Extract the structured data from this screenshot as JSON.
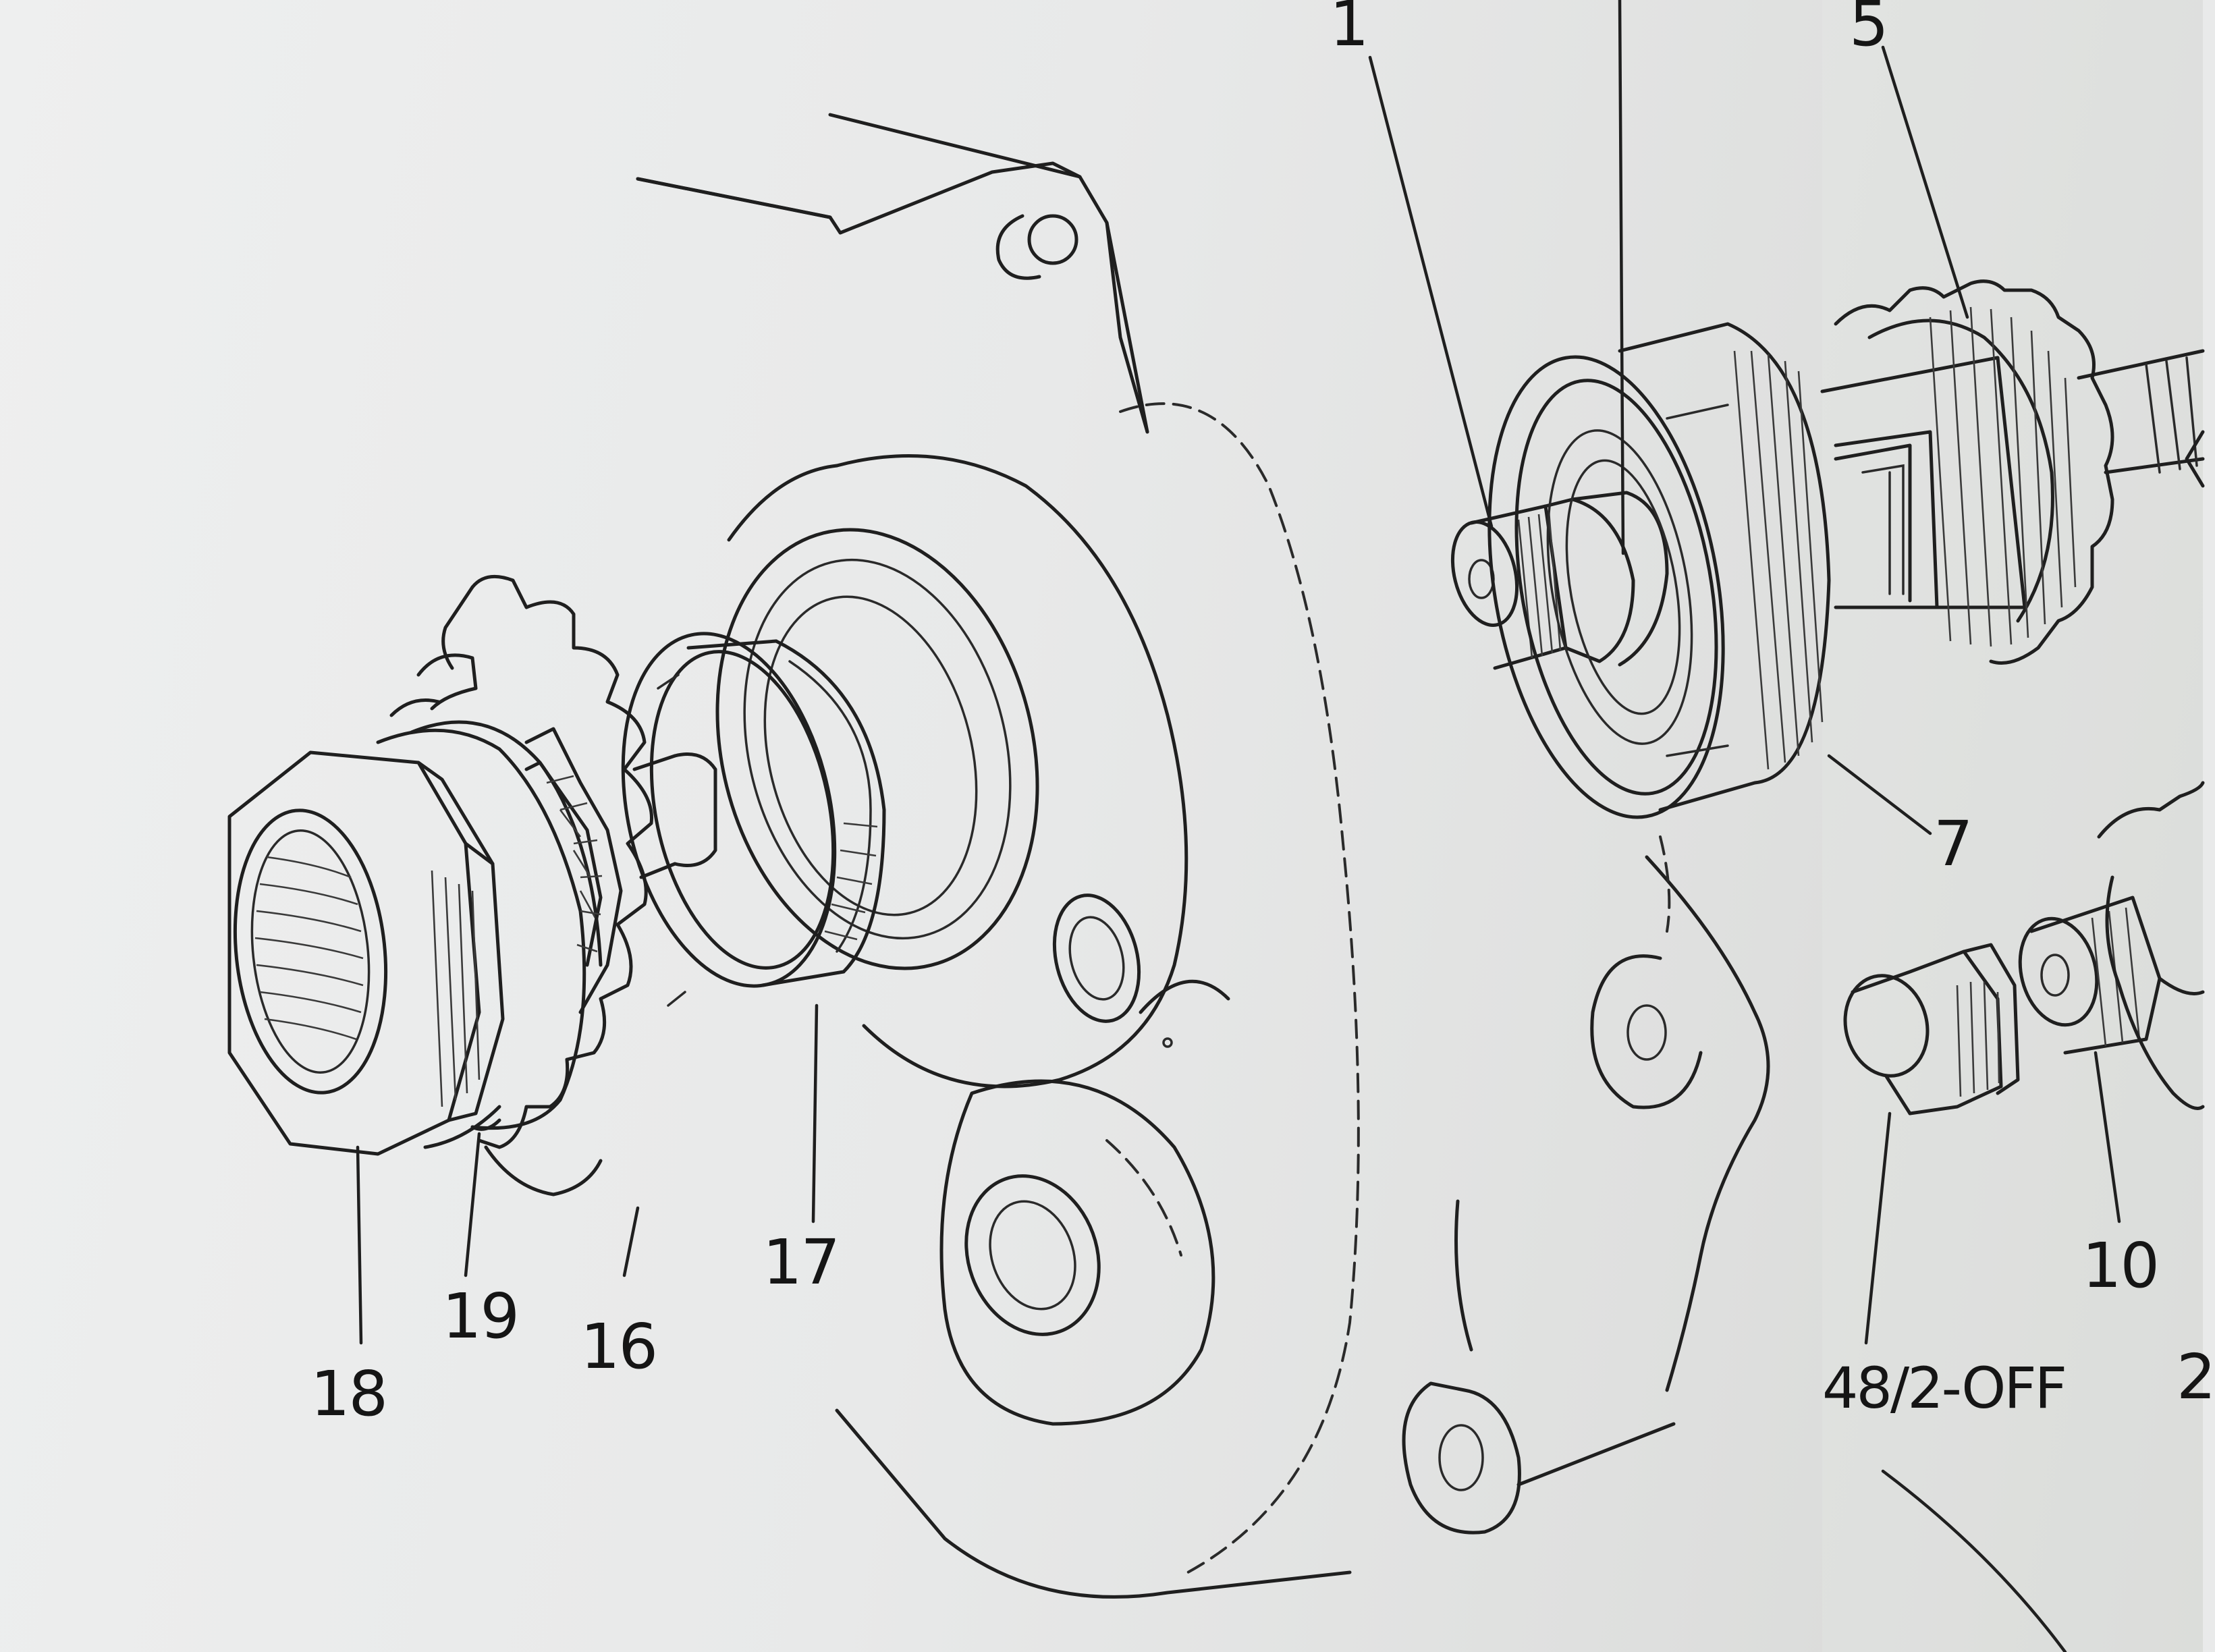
{
  "diagram": {
    "callouts": [
      {
        "id": "c1",
        "text": "1"
      },
      {
        "id": "c5",
        "text": "5"
      },
      {
        "id": "c7",
        "text": "7"
      },
      {
        "id": "c10",
        "text": "10"
      },
      {
        "id": "c16",
        "text": "16"
      },
      {
        "id": "c17",
        "text": "17"
      },
      {
        "id": "c18",
        "text": "18"
      },
      {
        "id": "c19",
        "text": "19"
      },
      {
        "id": "c48",
        "text": "48/2-OFF"
      },
      {
        "id": "c2",
        "text": "2"
      }
    ]
  }
}
